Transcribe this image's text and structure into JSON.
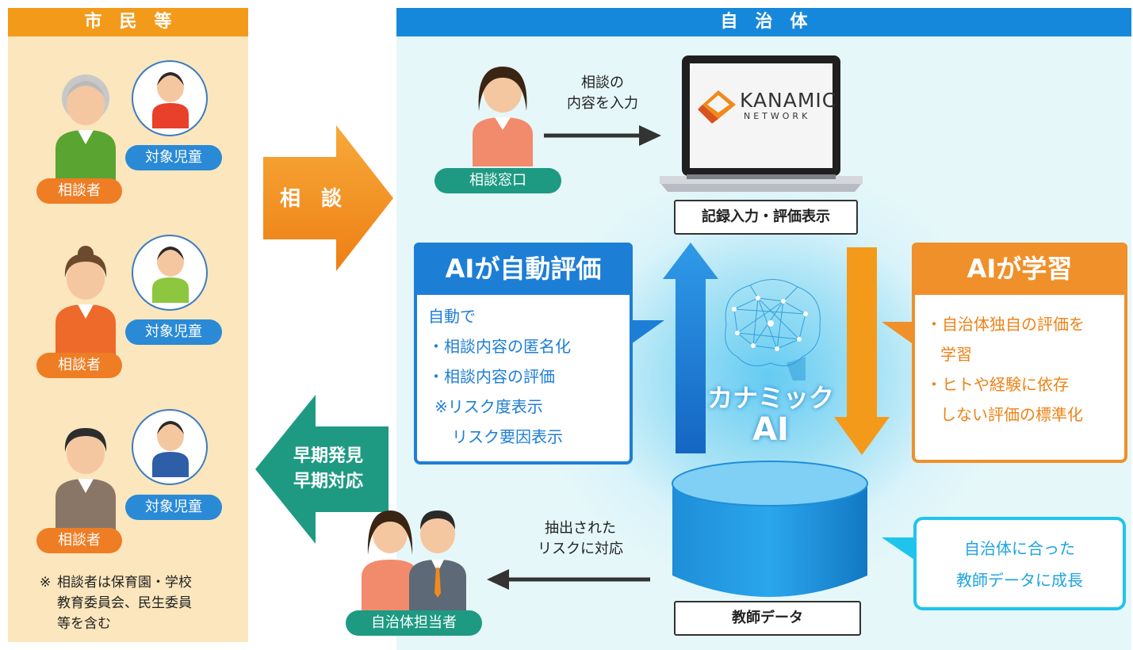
{
  "left": {
    "header": "市民等",
    "rows": [
      {
        "child_label": "対象児童",
        "consultant_label": "相談者"
      },
      {
        "child_label": "対象児童",
        "consultant_label": "相談者"
      },
      {
        "child_label": "対象児童",
        "consultant_label": "相談者"
      }
    ],
    "note_mark": "※",
    "note_lines": [
      "相談者は保育園・学校",
      "教育委員会、民生委員",
      "等を含む"
    ]
  },
  "arrows": {
    "consult": "相　談",
    "early_line1": "早期発見",
    "early_line2": "早期対応"
  },
  "right": {
    "header": "自治体",
    "counter_label": "相談窓口",
    "input_line1": "相談の",
    "input_line2": "内容を入力",
    "logo_main": "KANAMIC",
    "logo_sub": "NETWORK",
    "record_label": "記録入力・評価表示",
    "ai_auto": {
      "title": "AIが自動評価",
      "line1": "自動で",
      "line2": "・相談内容の匿名化",
      "line3": "・相談内容の評価",
      "line4": "※リスク度表示",
      "line5": "リスク要因表示"
    },
    "ai_learn": {
      "title": "AIが学習",
      "line1": "・自治体独自の評価を",
      "line2": "学習",
      "line3": "・ヒトや経験に依存",
      "line4": "しない評価の標準化"
    },
    "center_ai_line1": "カナミック",
    "center_ai_line2": "AI",
    "teacher_data_label": "教師データ",
    "teacher_grow_line1": "自治体に合った",
    "teacher_grow_line2": "教師データに成長",
    "extract_line1": "抽出された",
    "extract_line2": "リスクに対応",
    "staff_label": "自治体担当者"
  },
  "colors": {
    "orange": "#f39a1b",
    "blue": "#1688db",
    "teal": "#1e9a83",
    "cyan": "#1fc4ec"
  }
}
